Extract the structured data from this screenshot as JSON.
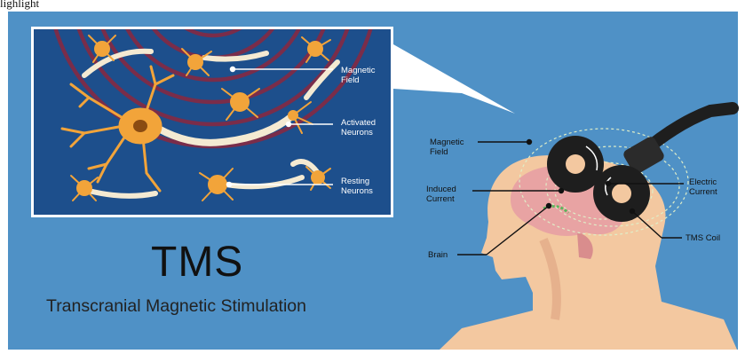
{
  "header_fragment": "lighlight",
  "title": "TMS",
  "subtitle": "Transcranial Magnetic Stimulation",
  "inset_labels": {
    "magnetic_field": [
      "Magnetic",
      "Field"
    ],
    "activated_neurons": [
      "Activated",
      "Neurons"
    ],
    "resting_neurons": [
      "Resting",
      "Neurons"
    ]
  },
  "head_labels": {
    "magnetic_field": [
      "Magnetic",
      "Field"
    ],
    "induced_current": [
      "Induced",
      "Current"
    ],
    "brain": [
      "Brain"
    ],
    "electric_current": [
      "Electric",
      "Current"
    ],
    "tms_coil": [
      "TMS Coil"
    ]
  },
  "colors": {
    "background": "#4f91c6",
    "inset_bg": "#1d4f8c",
    "field_rings": "#7a2d4a",
    "neuron": "#f2a43a",
    "skin": "#f3c8a0",
    "brain": "#e8a3a3",
    "coil": "#1e1e1e"
  }
}
